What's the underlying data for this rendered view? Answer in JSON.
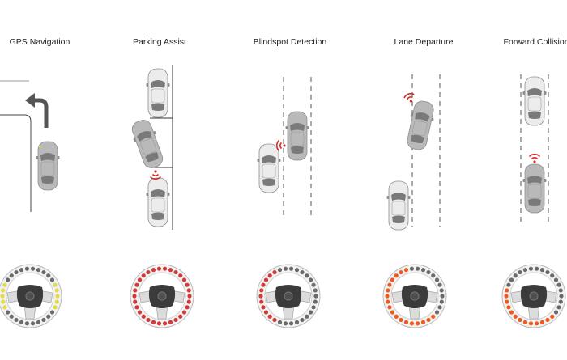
{
  "panels": [
    {
      "id": "gps",
      "title": "GPS Navigation",
      "ring_highlight": "#e2dc4a",
      "ring_mode": "sides"
    },
    {
      "id": "parking",
      "title": "Parking Assist",
      "ring_highlight": "#d23a3a",
      "ring_mode": "all"
    },
    {
      "id": "blindspot",
      "title": "Blindspot Detection",
      "ring_highlight": "#d23a3a",
      "ring_mode": "left"
    },
    {
      "id": "lane",
      "title": "Lane Departure",
      "ring_highlight": "#ee5a1e",
      "ring_mode": "left-bottom"
    },
    {
      "id": "forward",
      "title": "Forward Collision",
      "ring_highlight": "#ee5a1e",
      "ring_mode": "bottom"
    }
  ],
  "colors": {
    "car_active": "#b9b9b9",
    "car_ghost": "#ececec",
    "signal": "#d52b2b",
    "arrow": "#555555",
    "line": "#333333",
    "dashed": "#555555",
    "ring_dot": "#6a6a6a",
    "wheel_rim": "#dcdcdc",
    "wheel_hub": "#3b3b3b"
  },
  "icons": [
    "car-icon",
    "turn-arrow-icon",
    "sensor-signal-icon",
    "steering-wheel-icon"
  ]
}
